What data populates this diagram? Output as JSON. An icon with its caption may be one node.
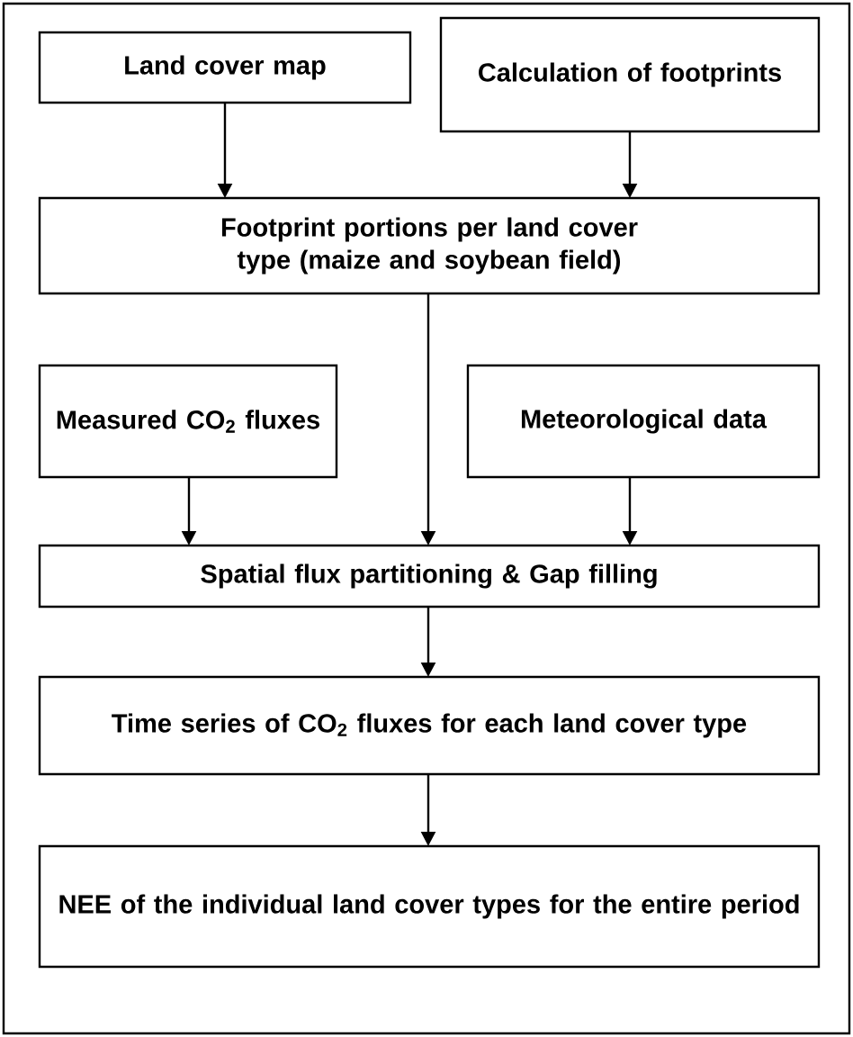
{
  "diagram": {
    "nodes": [
      {
        "text": [
          "Land cover map"
        ]
      },
      {
        "text": [
          "Calculation of footprints"
        ]
      },
      {
        "text": [
          "Footprint portions per land cover type (maize and soybean field)"
        ]
      },
      {
        "text": [
          "Measured CO$_{2}$ fluxes"
        ]
      },
      {
        "text": [
          "Meteorological data"
        ]
      },
      {
        "text": [
          "Spatial flux partitioning & Gap filling"
        ]
      },
      {
        "text": [
          "Time series of CO$_{2}$ fluxes for each land cover type"
        ]
      },
      {
        "text": [
          "NEE of the individual land cover types for the entire period"
        ]
      }
    ],
    "edges": [
      {
        "from": 0,
        "to": 2,
        "arrow": "to"
      },
      {
        "from": 1,
        "to": 2,
        "arrow": "to"
      },
      {
        "from": 2,
        "to": 5,
        "arrow": "to"
      },
      {
        "from": 3,
        "to": 5,
        "arrow": "to"
      },
      {
        "from": 4,
        "to": 5,
        "arrow": "to"
      },
      {
        "from": 5,
        "to": 6,
        "arrow": "to"
      },
      {
        "from": 6,
        "to": 7,
        "arrow": "to"
      }
    ]
  }
}
